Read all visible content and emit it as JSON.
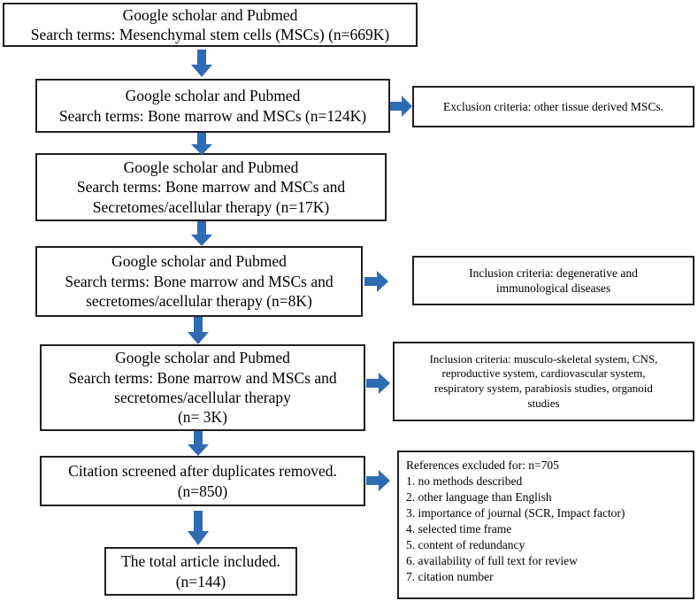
{
  "figure": {
    "type": "prisma-flow-diagram",
    "accent_color": "#2f6ab4",
    "box_border_color": "#231f20",
    "background": "#ffffff"
  },
  "main_flow": [
    {
      "id": "records-identified",
      "text": "Google scholar and Pubmed\nSearch terms: Mesenchymal stem cells (MSCs) (n=669K)",
      "count": "669K"
    },
    {
      "id": "bone-marrow-mscs",
      "text": "Google scholar and Pubmed\nSearch terms: Bone marrow and MSCs (n=124K)",
      "count": "124K"
    },
    {
      "id": "secretomes-17k",
      "text": "Google scholar and Pubmed\nSearch terms: Bone marrow and MSCs and\nSecretomes/acellular therapy (n=17K)",
      "count": "17K"
    },
    {
      "id": "secretomes-8k",
      "text": "Google scholar and Pubmed\nSearch terms: Bone marrow and MSCs and\nsecretomes/acellular therapy (n=8K)",
      "count": "8K"
    },
    {
      "id": "secretomes-3k",
      "text": "Google scholar and Pubmed\nSearch terms: Bone marrow and MSCs and\nsecretomes/acellular therapy\n(n= 3K)",
      "count": "3K"
    },
    {
      "id": "citation-screened",
      "text": "Citation screened after duplicates removed.\n(n=850)",
      "count": "850"
    },
    {
      "id": "total-included",
      "text": "The total article included.\n(n=144)",
      "count": "144"
    }
  ],
  "side_notes": [
    {
      "id": "exclusion-tissue",
      "text": "Exclusion criteria: other tissue derived MSCs."
    },
    {
      "id": "inclusion-degenerative",
      "text": "Inclusion criteria: degenerative and\nimmunological diseases"
    },
    {
      "id": "inclusion-systems",
      "text": "Inclusion criteria: musculo-skeletal system, CNS,\nreproductive system, cardiovascular system,\nrespiratory system, parabiosis studies, organoid\nstudies"
    }
  ],
  "excluded_box": {
    "id": "references-excluded",
    "heading": "References excluded for: n=705",
    "count": "705",
    "items": [
      "1. no methods described",
      "2. other language than English",
      "3. importance of journal (SCR, Impact factor)",
      "4. selected time frame",
      "5. content of redundancy",
      "6. availability of full text for review",
      "7. citation number"
    ],
    "text": "References excluded for: n=705\n 1. no methods described\n 2. other language than English\n 3. importance of journal (SCR, Impact factor)\n 4. selected time frame\n 5. content of redundancy\n 6. availability of full text for review\n 7. citation number"
  },
  "arrows": {
    "down_icon": "arrow-down-icon",
    "right_icon": "arrow-right-icon",
    "down_count": 6,
    "right_count": 4
  }
}
